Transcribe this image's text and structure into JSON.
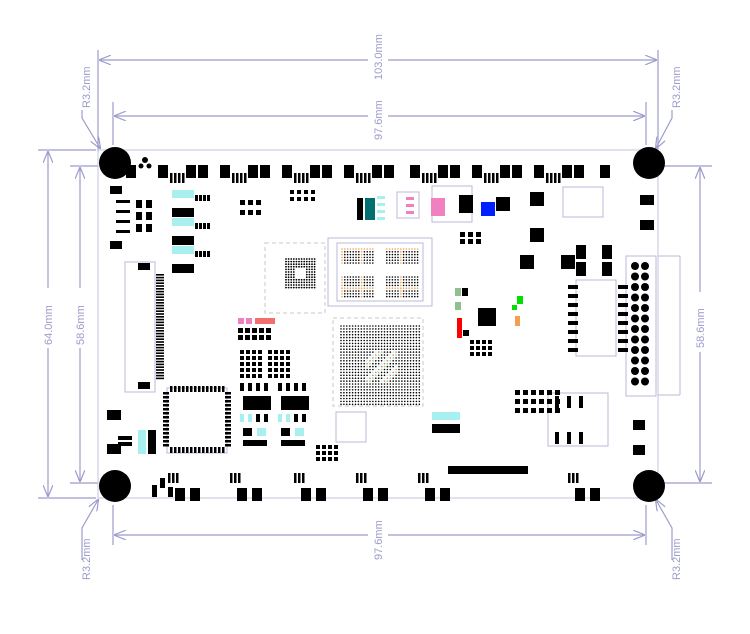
{
  "dimensions": {
    "overall_width": "103.0mm",
    "hole_spacing_top": "97.6mm",
    "hole_spacing_bottom": "97.6mm",
    "overall_height": "64.0mm",
    "hole_spacing_left": "58.6mm",
    "hole_spacing_right": "58.6mm",
    "radius_top_left": "R3.2mm",
    "radius_top_right": "R3.2mm",
    "radius_bottom_left": "R3.2mm",
    "radius_bottom_right": "R3.2mm"
  },
  "colors": {
    "dimension": "#9c9ccc",
    "copper": "#000000",
    "cyan": "#a8f0f0",
    "pink": "#f080c0",
    "blue": "#0020ff",
    "teal": "#007070",
    "red": "#ff0000",
    "green": "#00e000",
    "orange": "#f0a050"
  }
}
